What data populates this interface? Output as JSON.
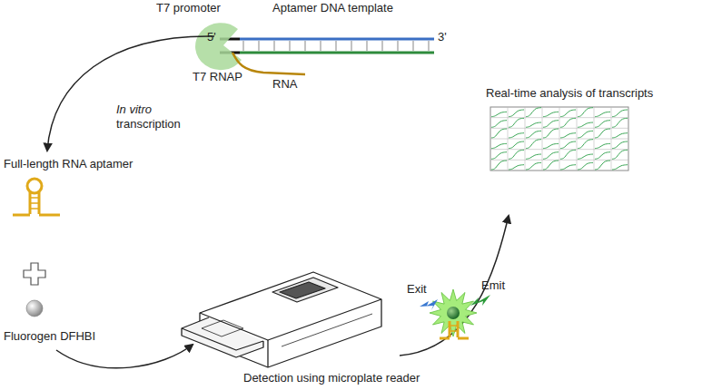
{
  "diagram": {
    "labels": [
      "T7 promoter",
      "Aptamer DNA template",
      "5'",
      "3'",
      "T7 RNAP",
      "RNA",
      "In vitro",
      "transcription",
      "Full-length RNA aptamer",
      "Fluorogen DFHBI",
      "Detection using microplate reader",
      "Exit",
      "Emit",
      "Real-time analysis of transcripts"
    ]
  }
}
